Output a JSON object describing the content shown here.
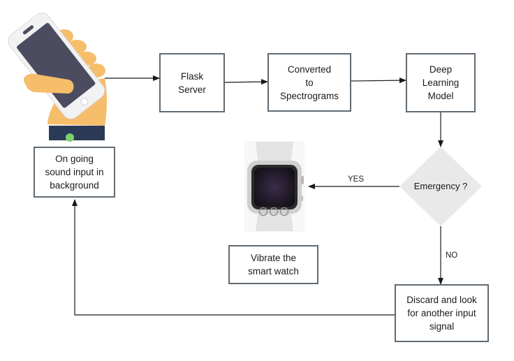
{
  "nodes": {
    "sound_input": [
      "On going",
      "sound input in",
      "background"
    ],
    "flask_server": [
      "Flask",
      "Server"
    ],
    "spectrograms": [
      "Converted",
      "to",
      "Spectrograms"
    ],
    "deep_learning": [
      "Deep",
      "Learning",
      "Model"
    ],
    "decision": "Emergency ?",
    "vibrate": [
      "Vibrate the",
      "smart watch"
    ],
    "discard": [
      "Discard and look",
      "for another input",
      "signal"
    ]
  },
  "edge_labels": {
    "yes": "YES",
    "no": "NO"
  },
  "images": {
    "phone": "hand-holding-smartphone-icon",
    "watch": "smartwatch-icon"
  },
  "colors": {
    "box_border": "#606a72",
    "arrow": "#1a1a1a",
    "diamond_fill": "#e9e9e9",
    "hand_skin": "#f6bd6b",
    "phone_body": "#4c4c60",
    "phone_frame": "#f2f2f2",
    "sleeve": "#2b3b57",
    "button_green": "#7cd36b"
  }
}
